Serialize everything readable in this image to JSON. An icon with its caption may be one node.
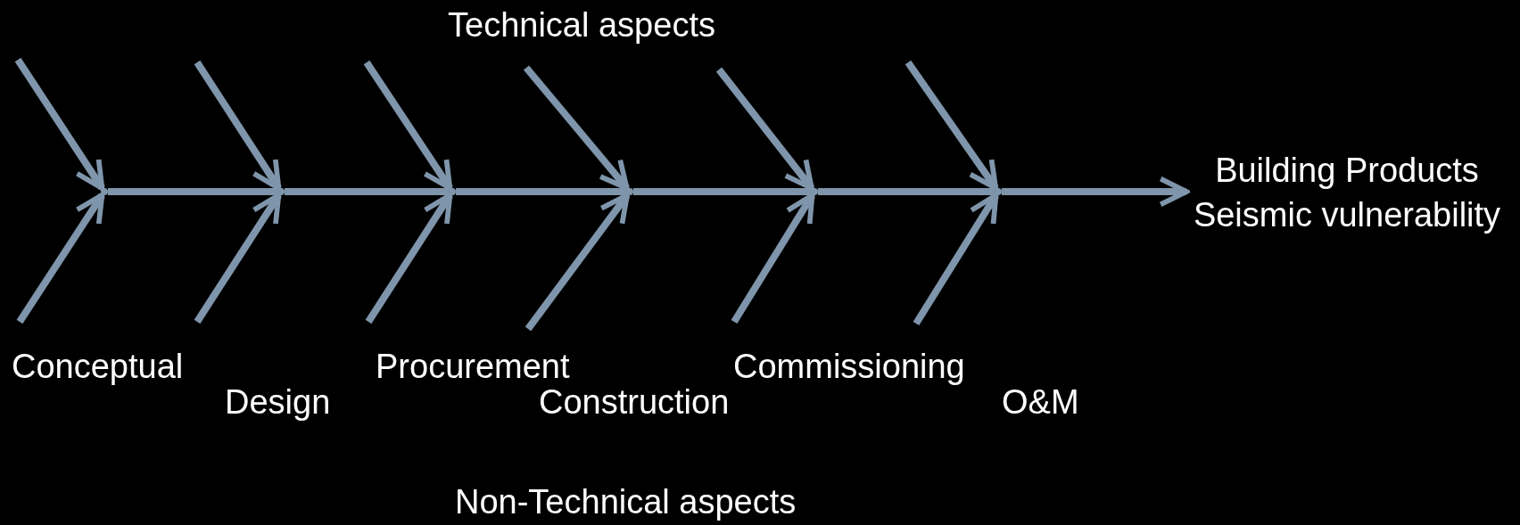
{
  "diagram": {
    "nodes": [
      {
        "text": [],
        "shape": "point"
      },
      {
        "text": [],
        "shape": "point"
      },
      {
        "text": [],
        "shape": "point"
      },
      {
        "text": [],
        "shape": "point"
      },
      {
        "text": [],
        "shape": "point"
      },
      {
        "text": [],
        "shape": "point"
      },
      {
        "text": [
          "Building Products Seismic vulnerability"
        ]
      }
    ],
    "edges": [
      {
        "from": 0,
        "to": 1,
        "arrow": "none"
      },
      {
        "from": 1,
        "to": 2,
        "arrow": "none"
      },
      {
        "from": 2,
        "to": 3,
        "arrow": "none"
      },
      {
        "from": 3,
        "to": 4,
        "arrow": "none"
      },
      {
        "from": 4,
        "to": 5,
        "arrow": "none"
      },
      {
        "from": 5,
        "to": 6,
        "arrow": "to"
      },
      {
        "from": null,
        "to": 0,
        "arrow": "to"
      },
      {
        "from": null,
        "to": 1,
        "arrow": "to"
      },
      {
        "from": null,
        "to": 2,
        "arrow": "to"
      },
      {
        "from": null,
        "to": 3,
        "arrow": "to"
      },
      {
        "from": null,
        "to": 4,
        "arrow": "to"
      },
      {
        "from": null,
        "to": 5,
        "arrow": "to"
      },
      {
        "from": null,
        "to": 0,
        "arrow": "to"
      },
      {
        "from": null,
        "to": 1,
        "arrow": "to"
      },
      {
        "from": null,
        "to": 2,
        "arrow": "to"
      },
      {
        "from": null,
        "to": 3,
        "arrow": "to"
      },
      {
        "from": null,
        "to": 4,
        "arrow": "to"
      },
      {
        "from": null,
        "to": 5,
        "arrow": "to"
      }
    ],
    "labels": [
      "Technical aspects",
      "Conceptual",
      "Design",
      "Procurement",
      "Construction",
      "Commissioning",
      "O&M",
      "Non-Technical aspects"
    ]
  }
}
